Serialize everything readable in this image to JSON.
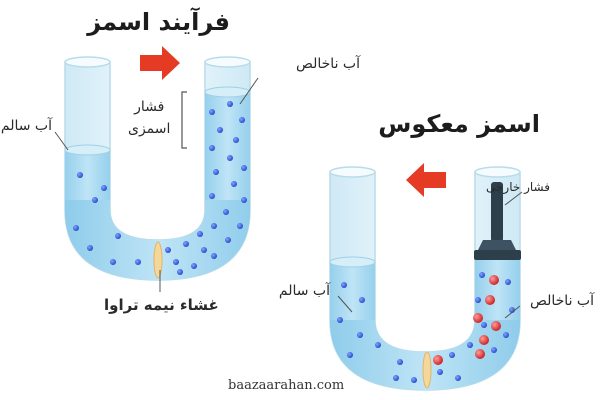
{
  "osmosis": {
    "title": "فرآیند اسمز",
    "label_clean_water": "آب سالم",
    "label_impure_water": "آب ناخالص",
    "label_pressure": "فشار\nاسمزی",
    "label_membrane": "غشاء نیمه تراوا"
  },
  "reverse_osmosis": {
    "title": "اسمز معکوس",
    "label_external_pressure": "فشار خارجی",
    "label_clean_water": "آب سالم",
    "label_impure_water": "آب ناخالص"
  },
  "footer": {
    "site": "baazaarahan.com"
  },
  "colors": {
    "water": "#a9d8f0",
    "tube_glass": "#e2f4fb",
    "blue_particle": "#2f5fd8",
    "red_particle": "#d42a2a",
    "arrow": "#e53b24",
    "piston": "#2e3f4c"
  }
}
